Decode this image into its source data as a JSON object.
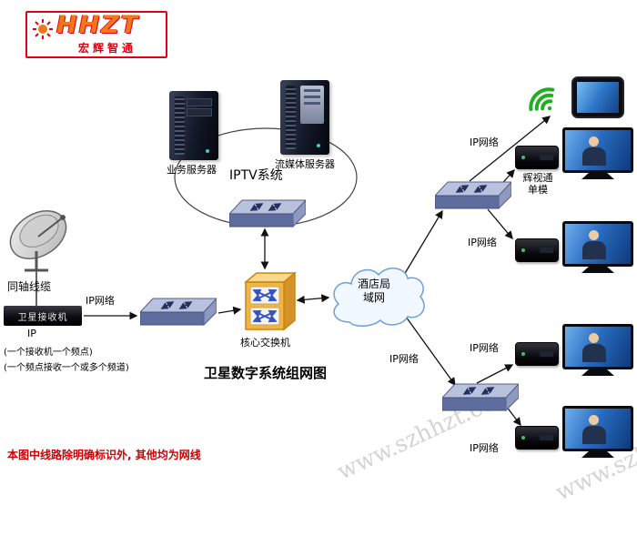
{
  "logo": {
    "brand": "HHZT",
    "sub": "宏辉智通"
  },
  "title": "卫星数字系统组网图",
  "iptv": {
    "system_label": "IPTV系统",
    "server_business": "业务服务器",
    "server_media": "流媒体服务器"
  },
  "core": {
    "label": "核心交换机"
  },
  "cloud": {
    "line1": "酒店局",
    "line2": "域网"
  },
  "sat": {
    "coax": "同轴线缆",
    "receiver": "卫星接收机",
    "ip": "IP",
    "note1": "(一个接收机一个频点)",
    "note2": "(一个频点接收一个或多个频道)"
  },
  "labels": {
    "ip_network": "IP网络"
  },
  "stb": {
    "model_line1": "辉视通",
    "model_line2": "单模"
  },
  "footer": {
    "note": "本图中线路除明确标识外, 其他均为网线"
  },
  "watermark": "www.szhhzt.com",
  "colors": {
    "logo_red": "#e60012",
    "wifi_green": "#1fae1f",
    "note_red": "#cc0000",
    "core_orange": "#f2a93b"
  }
}
